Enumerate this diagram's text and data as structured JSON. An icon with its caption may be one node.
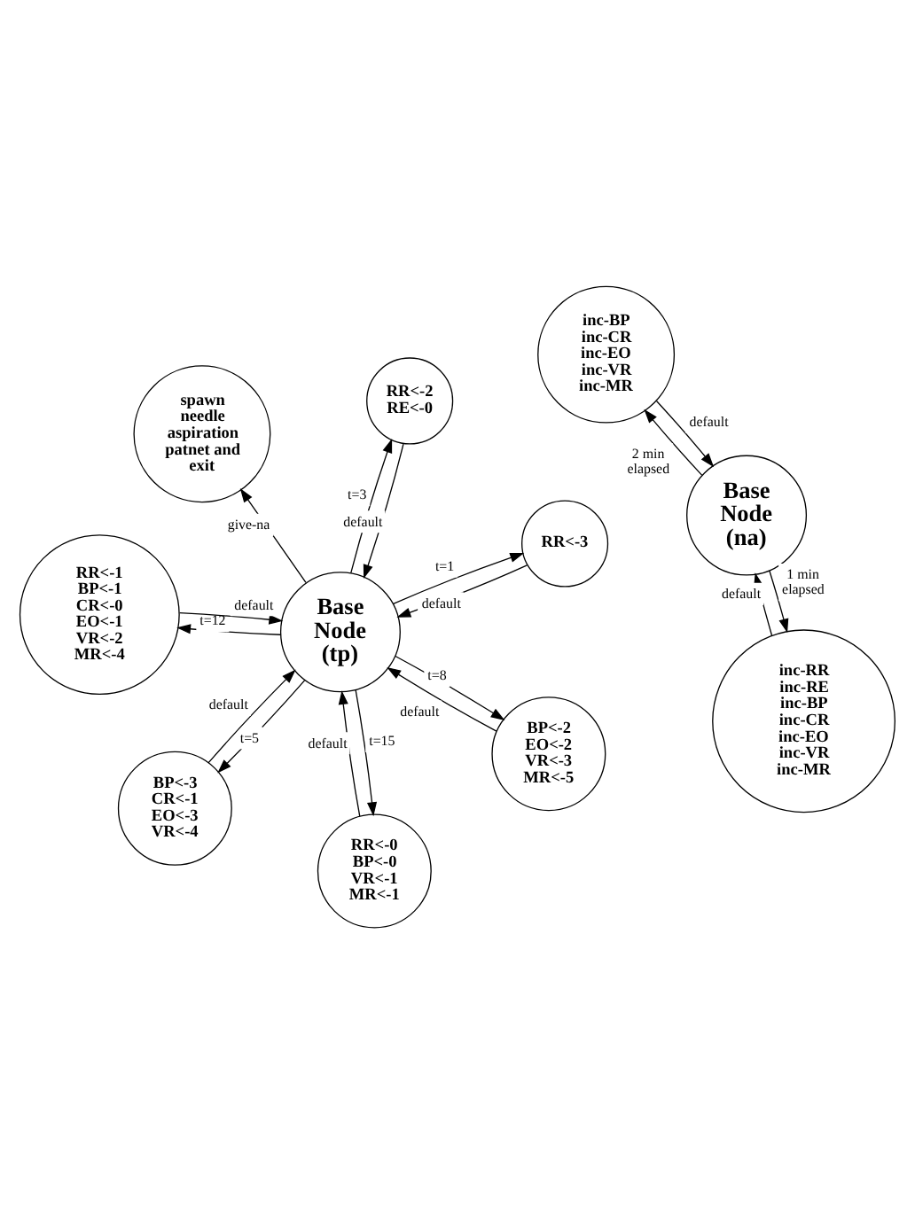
{
  "diagram": {
    "nodes": [
      {
        "text": [
          "spawn needle aspiration patnet and exit"
        ]
      },
      {
        "text": [
          "RR<-3"
        ]
      },
      {
        "text": [
          "RR<-0",
          "BP<-0",
          "VR<-1",
          "MR<-1"
        ]
      },
      {
        "text": [
          "Base Node (tp)"
        ]
      },
      {
        "text": [
          "RR<-2",
          "RE<-0"
        ]
      },
      {
        "text": [
          "RR<-1",
          "BP<-1",
          "CR<-0",
          "EO<-1",
          "VR<-2",
          "MR<-4"
        ]
      },
      {
        "text": [
          "BP<-3",
          "CR<-1",
          "EO<-3",
          "VR<-4"
        ]
      },
      {
        "text": [
          "BP<-2",
          "EO<-2",
          "VR<-3",
          "MR<-5"
        ]
      },
      {
        "text": [
          "inc-BP",
          "inc-CR",
          "inc-EO",
          "inc-VR",
          "inc-MR"
        ]
      },
      {
        "text": [
          "Base Node (na)"
        ]
      },
      {
        "text": [
          "inc-RR",
          "inc-RE",
          "inc-BP",
          "inc-CR",
          "inc-EO",
          "inc-VR",
          "inc-MR"
        ]
      }
    ],
    "edges": [
      {
        "from": 3,
        "to": 0,
        "arrow": "to",
        "label": "give-na"
      },
      {
        "from": 3,
        "to": 1,
        "arrow": "to",
        "label": "t=1"
      },
      {
        "from": 1,
        "to": 3,
        "arrow": "to",
        "label": "default"
      },
      {
        "from": 2,
        "to": 3,
        "arrow": "to",
        "label": "default"
      },
      {
        "from": 3,
        "to": 2,
        "arrow": "to",
        "label": "t=15"
      },
      {
        "from": 3,
        "to": 4,
        "arrow": "to",
        "label": "t=3"
      },
      {
        "from": 4,
        "to": 3,
        "arrow": "to",
        "label": "default"
      },
      {
        "from": 5,
        "to": 3,
        "arrow": "to",
        "label": "default"
      },
      {
        "from": 3,
        "to": 5,
        "arrow": "to",
        "label": "t=12"
      },
      {
        "from": 3,
        "to": 7,
        "arrow": "to",
        "label": "t=8"
      },
      {
        "from": 7,
        "to": 3,
        "arrow": "to",
        "label": "default"
      },
      {
        "from": 3,
        "to": 6,
        "arrow": "to",
        "label": "t=5"
      },
      {
        "from": 6,
        "to": 3,
        "arrow": "to",
        "label": "default"
      },
      {
        "from": 9,
        "to": 8,
        "arrow": "to",
        "label": "2 min elapsed"
      },
      {
        "from": 8,
        "to": 9,
        "arrow": "to",
        "label": "default"
      },
      {
        "from": 9,
        "to": 10,
        "arrow": "to",
        "label": "1 min elapsed"
      },
      {
        "from": 10,
        "to": 9,
        "arrow": "to",
        "label": "default"
      }
    ]
  }
}
